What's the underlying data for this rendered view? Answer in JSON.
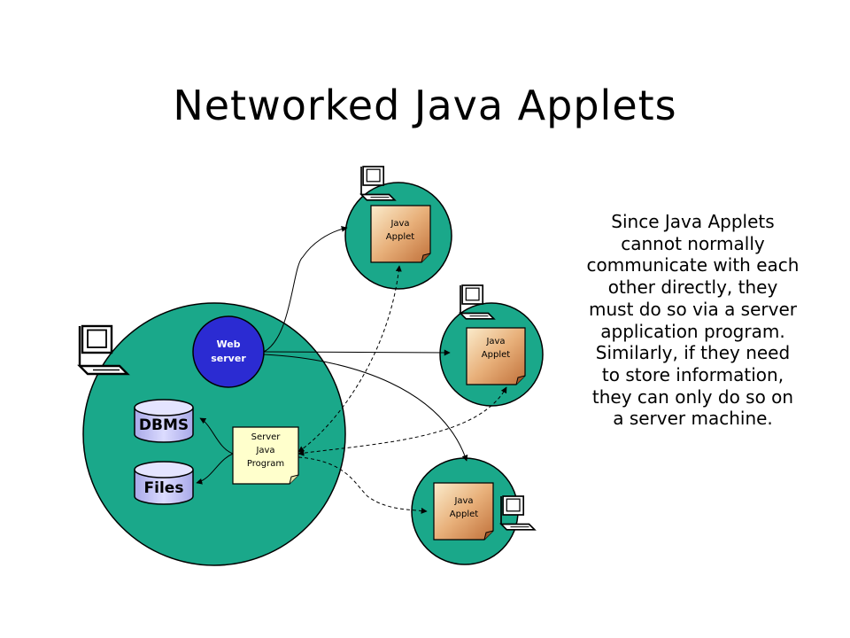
{
  "title": "Networked Java Applets",
  "nodes": {
    "web_server": [
      "Web",
      "server"
    ],
    "server_program": [
      "Server",
      "Java",
      "Program"
    ],
    "dbms": "DBMS",
    "files": "Files",
    "applet_top": [
      "Java",
      "Applet"
    ],
    "applet_middle": [
      "Java",
      "Applet"
    ],
    "applet_bottom": [
      "Java",
      "Applet"
    ]
  },
  "caption": "Since Java Applets cannot normally communicate with each other directly, they must do so via a server application program. Similarly, if they need to store information, they can only do so on a server machine.",
  "colors": {
    "machine": "#1aa88a",
    "web_server": "#2b2bd2",
    "note": "#ffffcc",
    "applet_light": "#fbeccc",
    "applet_dark": "#c0703a",
    "database": "#c0c0f0"
  },
  "icons": [
    "computer-icon",
    "folded-note-icon",
    "database-cylinder-icon"
  ]
}
